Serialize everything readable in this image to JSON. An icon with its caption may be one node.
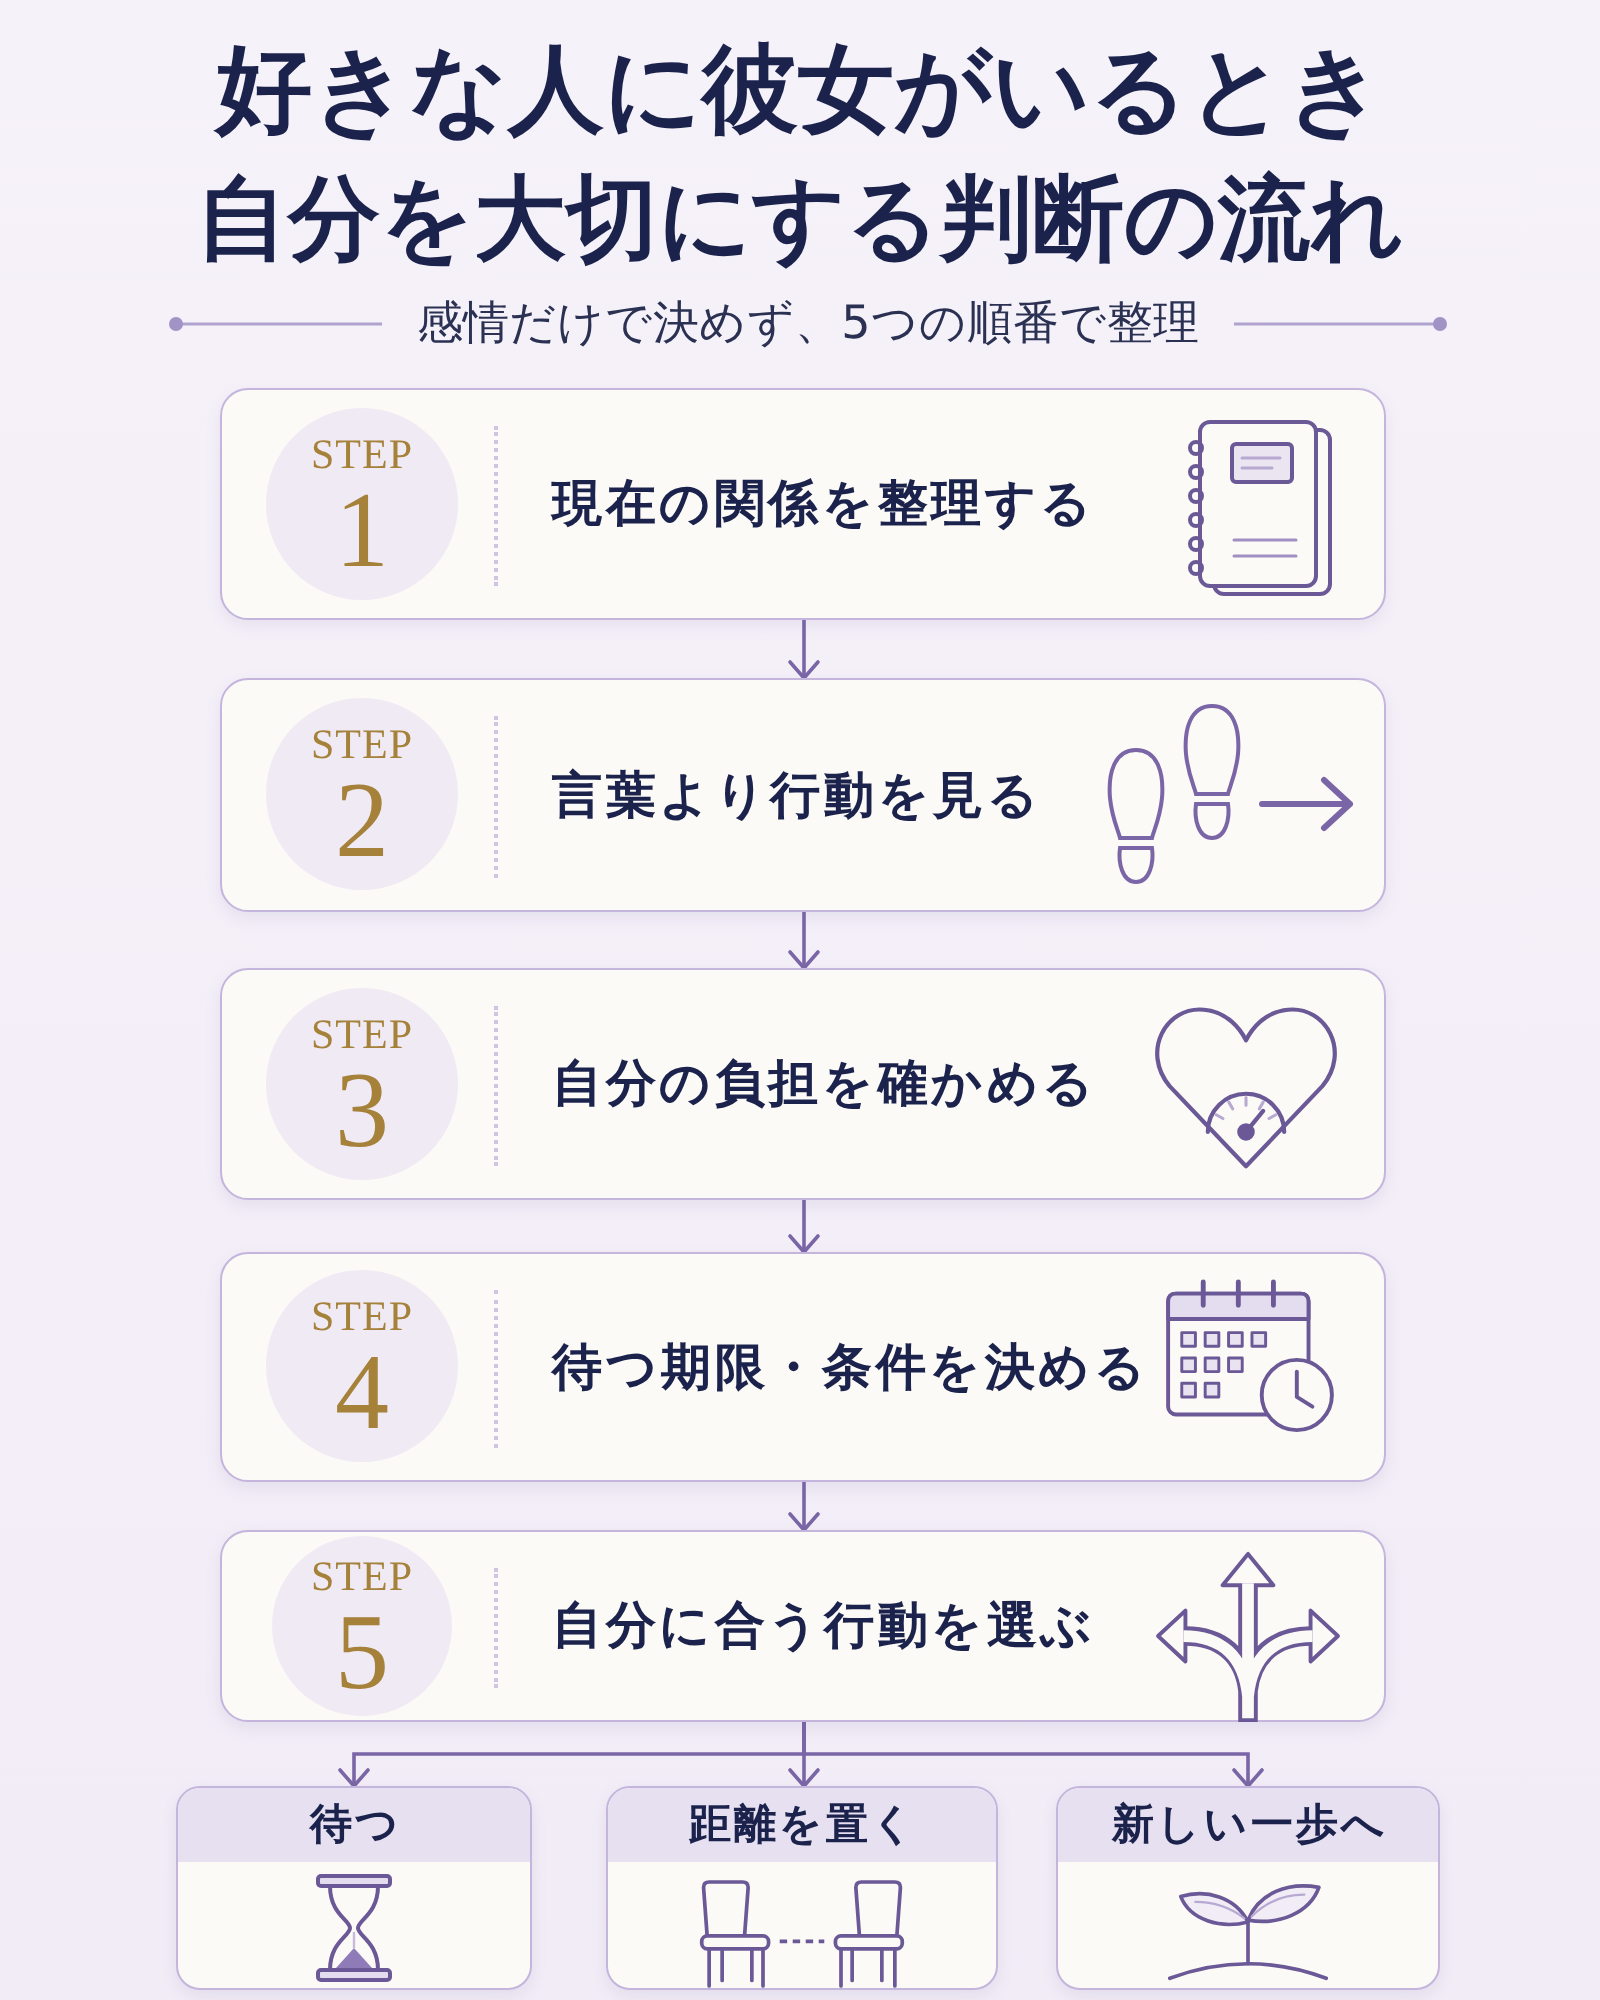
{
  "diagram": {
    "title": "好きな人に彼女がいるとき自分を大切にする判断の流れ",
    "nodes": [
      {
        "text": [
          "現在の関係を整理する"
        ]
      },
      {
        "text": [
          "STEP",
          "1"
        ],
        "in": 0
      },
      {
        "text": [
          "言葉より行動を見る"
        ]
      },
      {
        "text": [
          "STEP",
          "2"
        ],
        "in": 2
      },
      {
        "text": [
          "自分の負担を確かめる"
        ]
      },
      {
        "text": [
          "STEP",
          "3"
        ],
        "in": 4
      },
      {
        "text": [
          "待つ期限・条件を決める"
        ]
      },
      {
        "text": [
          "STEP",
          "4"
        ],
        "in": 6
      },
      {
        "text": [
          "自分に合う行動を選ぶ"
        ]
      },
      {
        "text": [
          "STEP",
          "5"
        ],
        "in": 8
      },
      {
        "text": [
          "待つ"
        ]
      },
      {
        "text": [
          "距離を置く"
        ]
      },
      {
        "text": [
          "新しい一歩へ"
        ]
      }
    ],
    "edges": [
      {
        "from": 0,
        "to": 2,
        "arrow": "to"
      },
      {
        "from": 2,
        "to": 4,
        "arrow": "to"
      },
      {
        "from": 4,
        "to": 6,
        "arrow": "to"
      },
      {
        "from": 6,
        "to": 8,
        "arrow": "to"
      },
      {
        "from": 8,
        "to": 10,
        "arrow": "to"
      },
      {
        "from": 8,
        "to": 11,
        "arrow": "to"
      },
      {
        "from": 8,
        "to": 12,
        "arrow": "to"
      }
    ],
    "labels": [
      "感情だけで決めず、5つの順番で整理"
    ]
  }
}
